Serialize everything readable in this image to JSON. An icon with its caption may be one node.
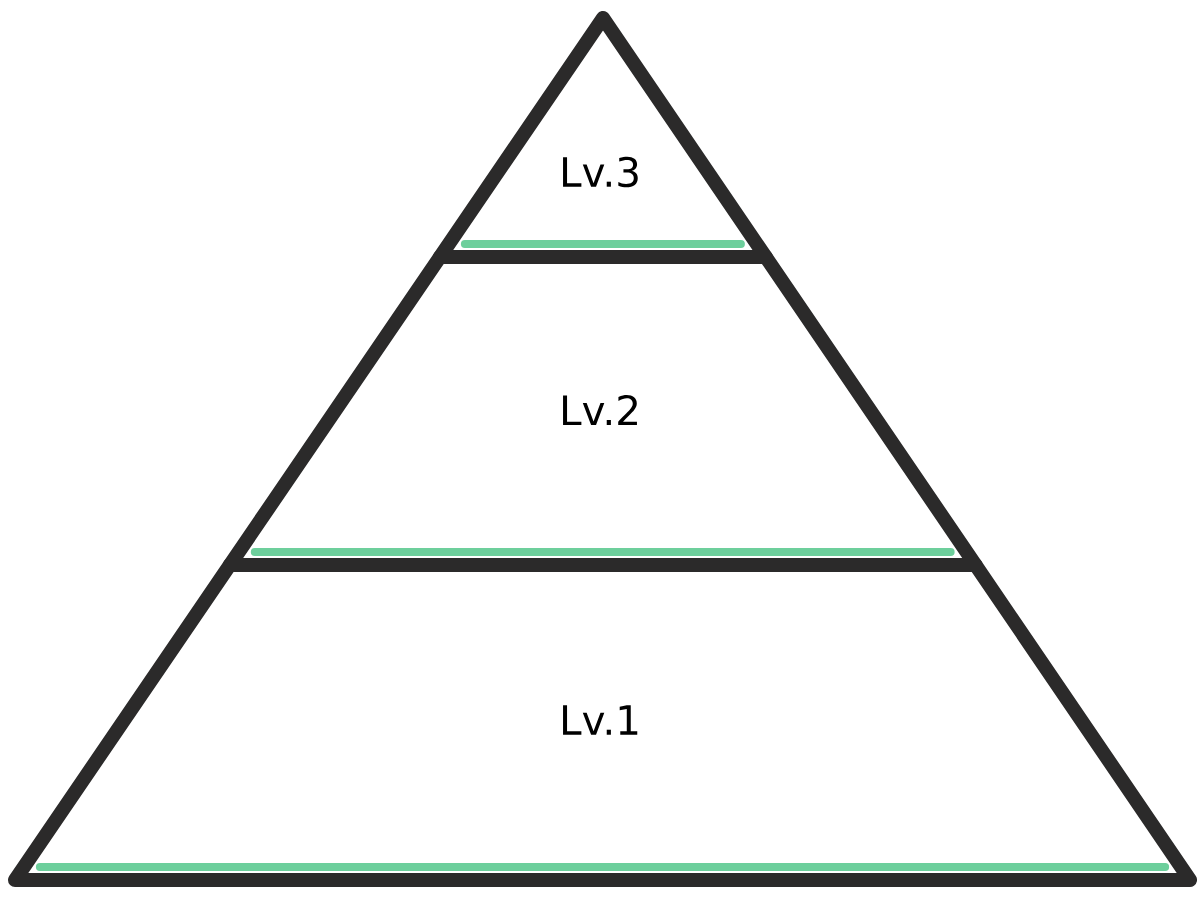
{
  "diagram": {
    "nodes": [
      {
        "text": [
          "Lv.3"
        ]
      },
      {
        "text": [
          "Lv.2"
        ]
      },
      {
        "text": [
          "Lv.1"
        ]
      }
    ]
  }
}
